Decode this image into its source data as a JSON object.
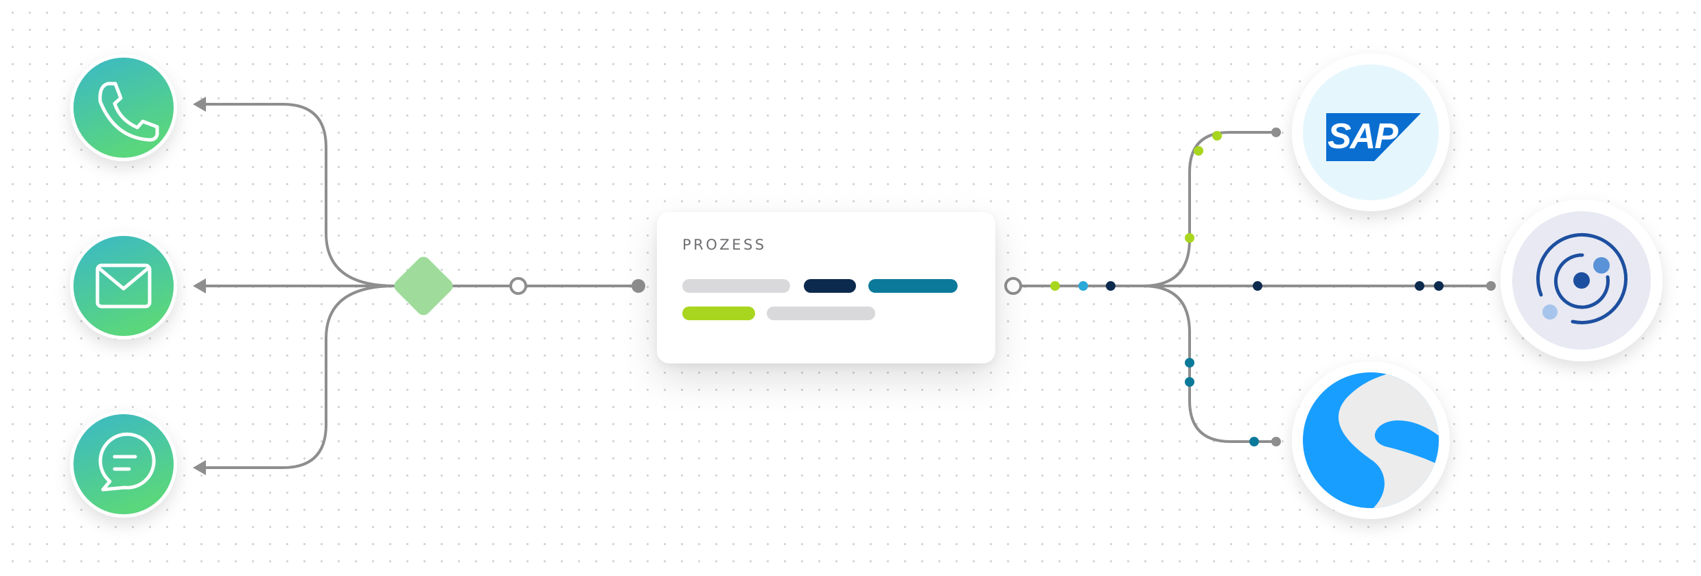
{
  "process_card": {
    "title": "PROZESS",
    "pill_colors": [
      "#d9d9db",
      "#0c2a4d",
      "#0b7a9a",
      "#a8d61e",
      "#d9d9db"
    ]
  },
  "channels": [
    {
      "name": "phone-icon"
    },
    {
      "name": "email-icon"
    },
    {
      "name": "chat-icon"
    }
  ],
  "systems": [
    {
      "name": "sap-logo",
      "text": "SAP"
    },
    {
      "name": "target-logo"
    },
    {
      "name": "shopware-logo"
    }
  ],
  "colors": {
    "connector": "#8e8e8e",
    "channel_gradient": [
      "#3ab8c7",
      "#5ad67d"
    ],
    "gateway": "#9fdc9b",
    "sap_blue": "#0a6ed1",
    "shopware_blue": "#189eff",
    "token_lime": "#a8d61e",
    "token_cyan": "#2aa8d8",
    "token_navy": "#0c2a4d",
    "token_teal": "#0b7a9a"
  }
}
